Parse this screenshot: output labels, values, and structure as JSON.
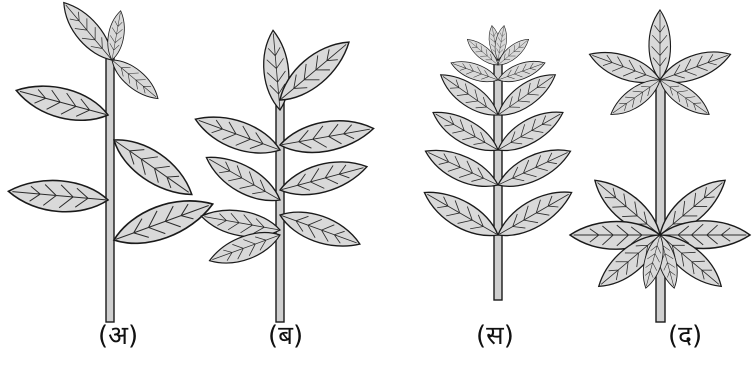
{
  "figure": {
    "labels": [
      "(अ)",
      "(ब)",
      "(स)",
      "(द)"
    ],
    "palette": {
      "ink": "#1a1a1a",
      "leaf_fill": "#d9d9d9",
      "background": "#ffffff"
    }
  }
}
